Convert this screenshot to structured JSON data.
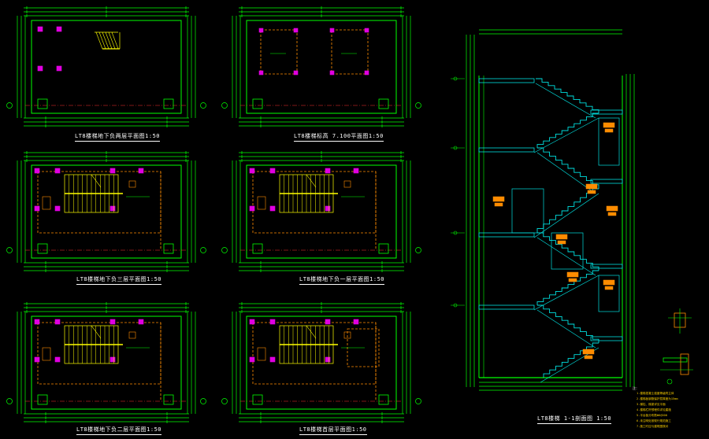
{
  "drawing": {
    "plans": [
      {
        "id": "p1",
        "title": "LT8楼梯地下负两层平面图1:50"
      },
      {
        "id": "p2",
        "title": "LT8楼梯标高 7.100平面图1:50"
      },
      {
        "id": "p3",
        "title": "LT8楼梯地下负三层平面图1:50"
      },
      {
        "id": "p4",
        "title": "LT8楼梯地下负一层平面图1:50"
      },
      {
        "id": "p5",
        "title": "LT8楼梯地下负二层平面图1:50"
      },
      {
        "id": "p6",
        "title": "LT8楼梯首层平面图1:50"
      }
    ],
    "section": {
      "title": "LT8楼梯 1-1剖面图 1:50"
    },
    "notes_header": "注：",
    "notes": [
      "1.楼梯混凝土强度等级同主体",
      "2.楼梯板钢筋保护层厚度为15mm",
      "3.梯柱、梯梁详见平面",
      "4.楼梯栏杆预埋件详见建施",
      "5.平台板分布筋Φ6@200",
      "6.未注明处按现行规范施工",
      "7.施工时应与建筑图核对"
    ],
    "colors": {
      "frame": "#00ff00",
      "dashed": "#ff8c00",
      "column": "#e000e0",
      "stair": "#ffff00",
      "section": "#00e0e0",
      "text": "#ffffff"
    }
  }
}
